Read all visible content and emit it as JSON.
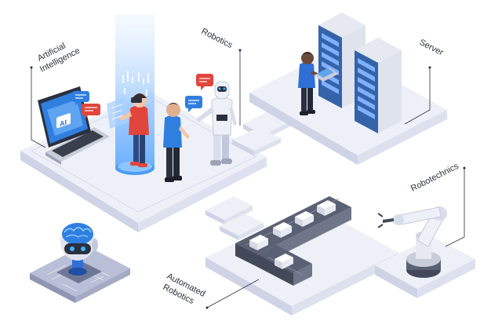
{
  "labels": {
    "ai_line1": "Artificial",
    "ai_line2": "Intelligence",
    "robotics": "Robotics",
    "server": "Server",
    "robotechnics": "Robotechnics",
    "automated_line1": "Automated",
    "automated_line2": "Robotics"
  },
  "laptop": {
    "screen_text": "AI"
  },
  "colors": {
    "platform_top": "#eef0f8",
    "platform_side": "#cfd3e6",
    "accent_blue": "#2f6fd6",
    "hologram": "#7fb8ff",
    "bubble_red": "#e2453c",
    "bubble_blue": "#2f7fe0",
    "server_body": "#3563a9",
    "conveyor": "#5b6174"
  },
  "icons": [
    "laptop-icon",
    "chat-bubble-icon",
    "hologram-icon",
    "humanoid-robot-icon",
    "server-rack-icon",
    "robot-head-icon",
    "conveyor-icon",
    "robotic-arm-icon"
  ]
}
